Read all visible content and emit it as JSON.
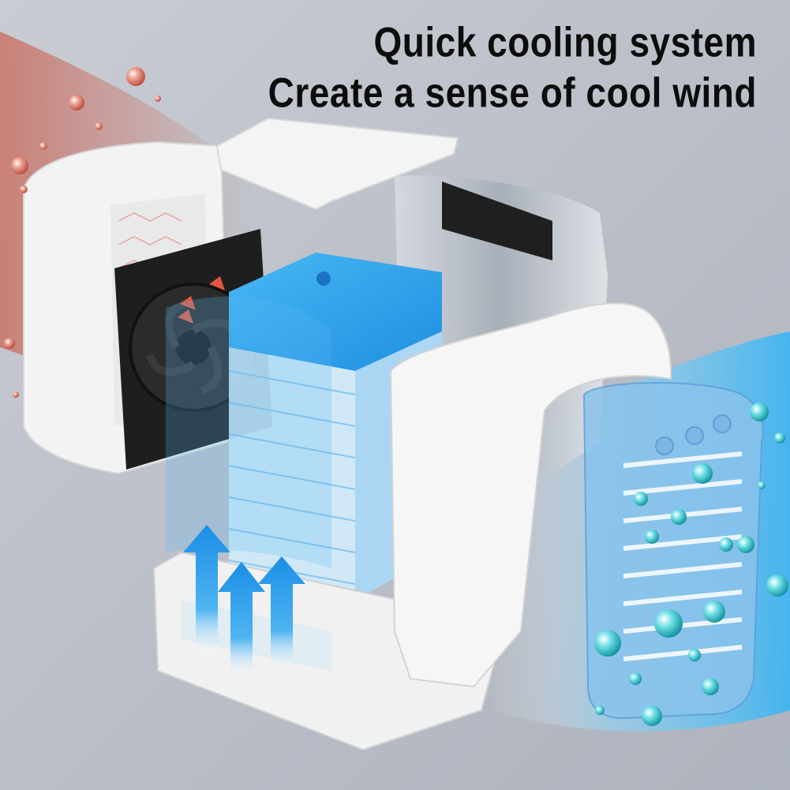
{
  "headline": {
    "line1": "Quick cooling system",
    "line2": "Create a sense of cool wind"
  },
  "colors": {
    "background": "#bfc3cb",
    "warm_air": "#c77a70",
    "cool_air": "#48b6ee",
    "filter_blue": "#2fa9ef",
    "housing_white": "#f4f4f4",
    "fan_black": "#1e1e1e",
    "text": "#0d0d0d"
  },
  "illustration": {
    "components": [
      "rear-housing",
      "fan",
      "top-cover",
      "water-tank",
      "cooling-filter",
      "front-shell",
      "base-tray",
      "front-grille"
    ],
    "icons": [
      "warm-air-droplet-icon",
      "cool-air-droplet-icon",
      "airflow-arrow-icon"
    ]
  }
}
